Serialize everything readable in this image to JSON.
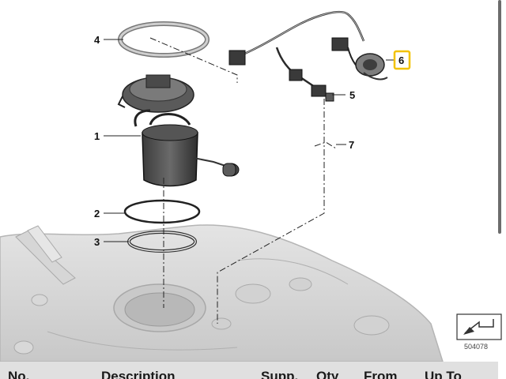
{
  "diagram": {
    "callouts": [
      {
        "id": "1",
        "label": "1"
      },
      {
        "id": "2",
        "label": "2"
      },
      {
        "id": "3",
        "label": "3"
      },
      {
        "id": "4",
        "label": "4"
      },
      {
        "id": "5",
        "label": "5"
      },
      {
        "id": "6",
        "label": "6",
        "highlighted": true
      },
      {
        "id": "7",
        "label": "7"
      }
    ],
    "highlight_color": "#f2c200",
    "image_number": "504078"
  },
  "table_header": {
    "columns": [
      "No.",
      "Description",
      "Supp.",
      "Qty",
      "From",
      "Up To"
    ]
  }
}
